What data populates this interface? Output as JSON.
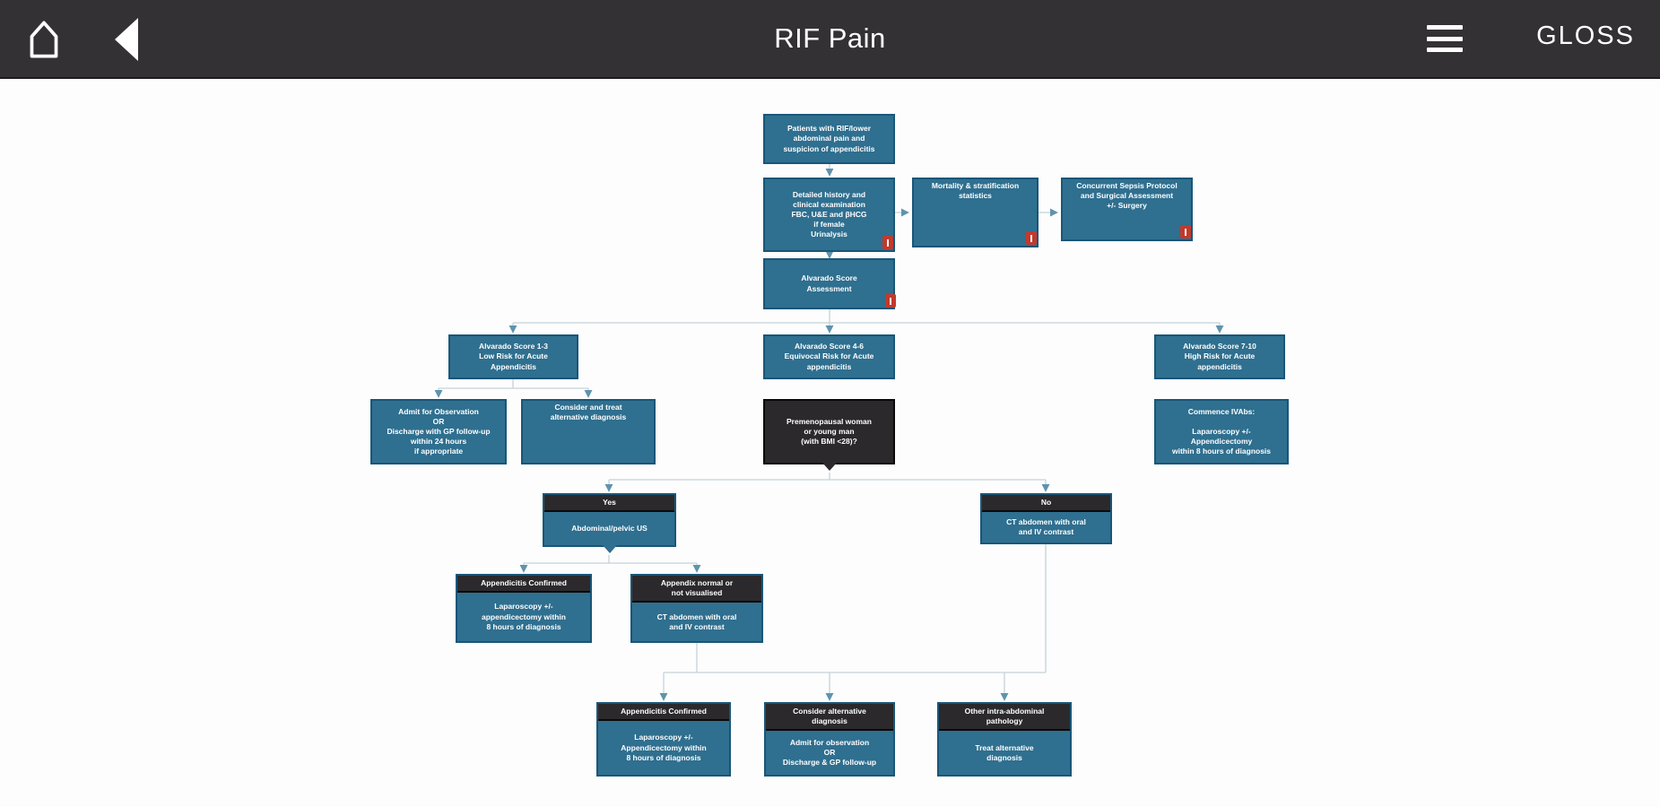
{
  "header": {
    "title": "RIF Pain",
    "gloss_label": "GLOSS",
    "icons": [
      "home-icon",
      "back-icon",
      "menu-icon"
    ]
  },
  "theme": {
    "header_bg": "#343134",
    "canvas_bg": "#fdfdfd",
    "teal": "#2f6f8f",
    "teal_border": "#1a5678",
    "dark": "#2b292c",
    "dark_border": "#0a0a0a",
    "line": "#c6d2d9",
    "arrow": "#5f93ad",
    "ref_red": "#c13a2d"
  },
  "nodes": {
    "patients": {
      "text": "Patients with RIF/lower\nabdominal pain and\nsuspicion of appendicitis"
    },
    "history": {
      "text": "Detailed history and\nclinical examination\nFBC, U&E and βHCG\nif female\nUrinalysis"
    },
    "mortality": {
      "text": "Mortality & stratification\nstatistics"
    },
    "sepsis": {
      "text": "Concurrent Sepsis Protocol\nand Surgical Assessment\n+/- Surgery"
    },
    "alvarado": {
      "text": "Alvarado Score\nAssessment"
    },
    "score13": {
      "text": "Alvarado Score 1-3\nLow Risk for Acute\nAppendicitis"
    },
    "score46": {
      "text": "Alvarado Score 4-6\nEquivocal Risk for Acute\nappendicitis"
    },
    "score710": {
      "text": "Alvarado Score 7-10\nHigh Risk for Acute\nappendicitis"
    },
    "admit_obs": {
      "text": "Admit for Observation\nOR\nDischarge with GP follow-up\nwithin 24 hours\nif appropriate"
    },
    "consider_treat": {
      "text": "Consider and treat\nalternative diagnosis"
    },
    "premenopausal": {
      "text": "Premenopausal woman\nor young man\n(with BMI <28)?"
    },
    "commence": {
      "text": "Commence IVAbs:\n\nLaparoscopy +/-\nAppendicectomy\nwithin 8 hours of diagnosis"
    },
    "yes": {
      "header": "Yes",
      "body": "Abdominal/pelvic US"
    },
    "no": {
      "header": "No",
      "body": "CT abdomen with oral\nand IV contrast"
    },
    "appendicitis_confirmed_us": {
      "header": "Appendicitis Confirmed",
      "body": "Laparoscopy +/-\nappendicectomy within\n8 hours of diagnosis"
    },
    "appendix_normal": {
      "header": "Appendix normal or\nnot visualised",
      "body": "CT abdomen with oral\nand IV contrast"
    },
    "appendicitis_confirmed_ct": {
      "header": "Appendicitis Confirmed",
      "body": "Laparoscopy +/-\nAppendicectomy within\n8 hours of diagnosis"
    },
    "consider_alternative": {
      "header": "Consider alternative\ndiagnosis",
      "body": "Admit for observation\nOR\nDischarge & GP follow-up"
    },
    "other_pathology": {
      "header": "Other intra-abdominal\npathology",
      "body": "Treat alternative\ndiagnosis"
    }
  }
}
